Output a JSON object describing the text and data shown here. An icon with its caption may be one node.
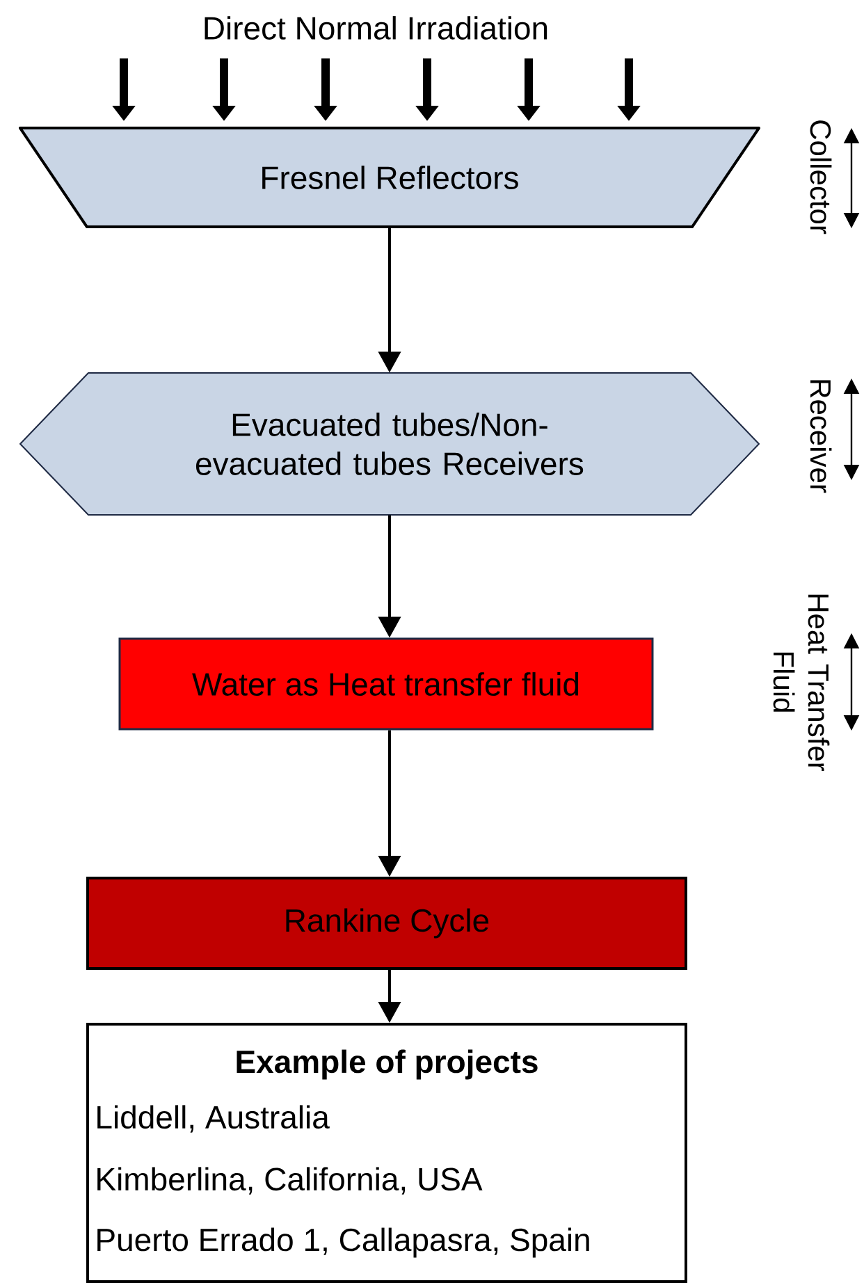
{
  "diagram": {
    "title": "Direct Normal Irradiation",
    "nodes": [
      {
        "text": [
          "Fresnel Reflectors"
        ]
      },
      {
        "text": [
          "Evacuated tubes/Non-evacuated tubes Receivers"
        ]
      },
      {
        "text": [
          "Water as Heat transfer fluid"
        ]
      },
      {
        "text": [
          "Rankine Cycle"
        ]
      },
      {
        "text": [
          "Example of projects",
          "Liddell, Australia",
          "Kimberlina, California, USA",
          "Puerto Errado 1, Callapasra, Spain"
        ]
      }
    ],
    "edges": [
      {
        "from": 0,
        "to": 1,
        "arrow": "to"
      },
      {
        "from": 1,
        "to": 2,
        "arrow": "to"
      },
      {
        "from": 2,
        "to": 3,
        "arrow": "to"
      },
      {
        "from": 3,
        "to": 4,
        "arrow": "to"
      }
    ],
    "labels": [
      "Collector",
      "Receiver",
      "Heat Transfer Fluid"
    ]
  }
}
